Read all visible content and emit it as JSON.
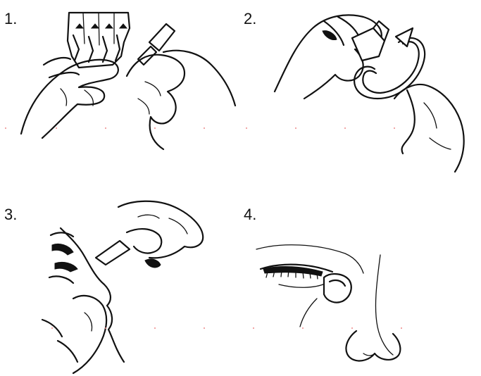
{
  "steps": [
    {
      "number": "1.",
      "icon": "vial-strip-tear-illustration"
    },
    {
      "number": "2.",
      "icon": "vial-twist-open-illustration"
    },
    {
      "number": "3.",
      "icon": "eye-drop-instill-illustration"
    },
    {
      "number": "4.",
      "icon": "eye-closed-press-illustration"
    }
  ],
  "colors": {
    "ink": "#111111",
    "background": "#ffffff"
  }
}
